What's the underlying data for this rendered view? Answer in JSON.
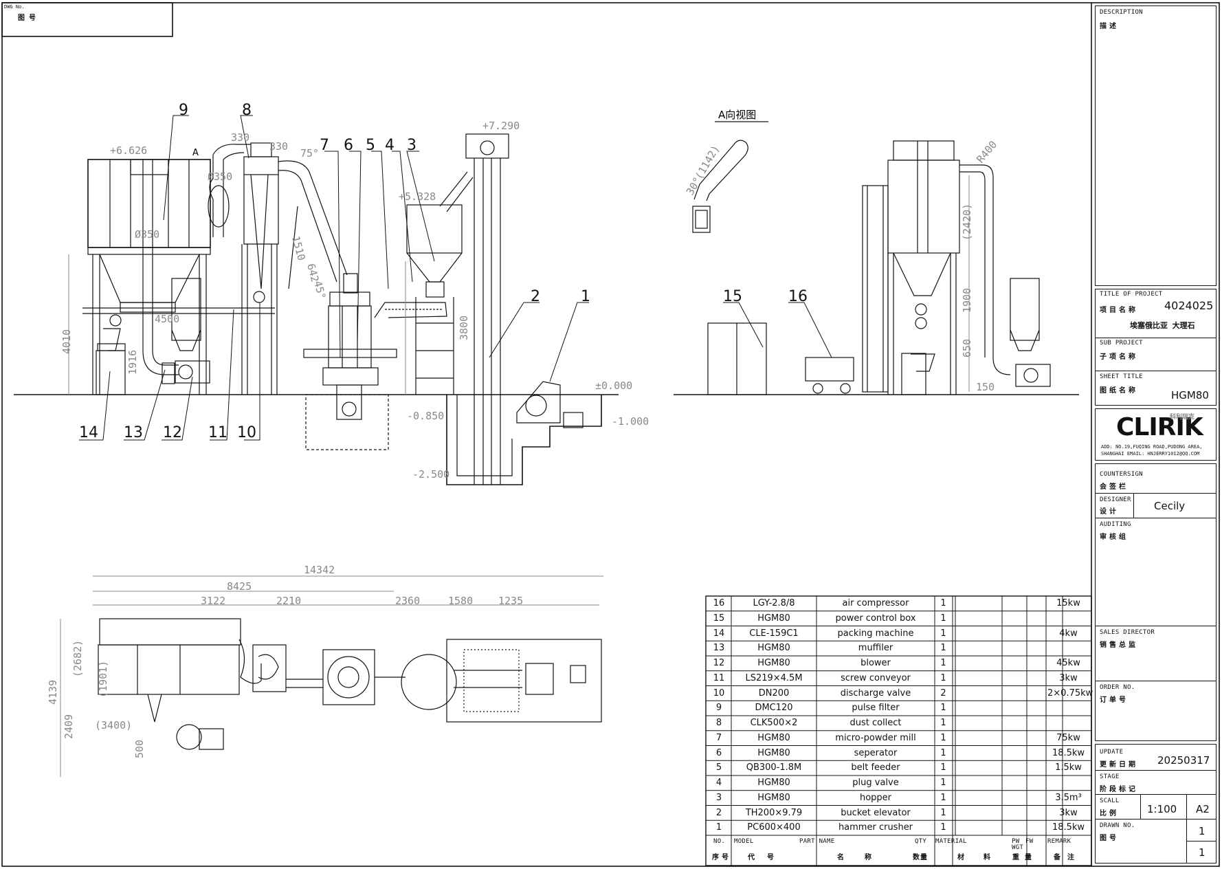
{
  "dwg_no": {
    "label_en": "DWG No.",
    "label_cn": "图号"
  },
  "title_block": {
    "description": {
      "en": "DESCRIPTION",
      "cn": "描述"
    },
    "title_of_project": {
      "en": "TITLE OF PROJECT",
      "cn": "项目名称",
      "value": "4024025",
      "subtitle": "埃塞俄比亚 大理石"
    },
    "sub_project": {
      "en": "SUB PROJECT",
      "cn": "子项名称"
    },
    "sheet_title": {
      "en": "SHEET TITLE",
      "cn": "图纸名称",
      "value": "HGM80"
    },
    "logo": {
      "text": "CLIRIK",
      "chinese": "科利瑞克",
      "address_line1": "ADD: NO.19,FUQING ROAD,PUDONG AREA,",
      "address_line2": "SHANGHAI EMAIL: HNJERRY1012@QQ.COM"
    },
    "countersign": {
      "en": "COUNTERSIGN",
      "cn": "会签栏"
    },
    "designer": {
      "en": "DESIGNER",
      "cn": "设计",
      "value": "Cecily"
    },
    "auditing": {
      "en": "AUDITING",
      "cn": "审核组"
    },
    "sales_director": {
      "en": "SALES DIRECTOR",
      "cn": "销售总监"
    },
    "order_no": {
      "en": "ORDER NO.",
      "cn": "订单号"
    },
    "update": {
      "en": "UPDATE",
      "cn": "更新日期",
      "value": "20250317"
    },
    "stage": {
      "en": "STAGE",
      "cn": "阶段标记"
    },
    "scale": {
      "en": "SCALL",
      "cn": "比例",
      "value": "1:100",
      "size": "A2"
    },
    "drawn_no": {
      "en": "DRAWN NO.",
      "cn": "图号",
      "value1": "1",
      "value2": "1"
    }
  },
  "bom": {
    "rows": [
      {
        "no": "16",
        "model": "LGY-2.8/8",
        "name": "air compressor",
        "qty": "1",
        "remark": "15kw"
      },
      {
        "no": "15",
        "model": "HGM80",
        "name": "power control box",
        "qty": "1",
        "remark": ""
      },
      {
        "no": "14",
        "model": "CLE-159C1",
        "name": "packing machine",
        "qty": "1",
        "remark": "4kw"
      },
      {
        "no": "13",
        "model": "HGM80",
        "name": "muffiler",
        "qty": "1",
        "remark": ""
      },
      {
        "no": "12",
        "model": "HGM80",
        "name": "blower",
        "qty": "1",
        "remark": "45kw"
      },
      {
        "no": "11",
        "model": "LS219×4.5M",
        "name": "screw conveyor",
        "qty": "1",
        "remark": "3kw"
      },
      {
        "no": "10",
        "model": "DN200",
        "name": "discharge valve",
        "qty": "2",
        "remark": "2×0.75kw"
      },
      {
        "no": "9",
        "model": "DMC120",
        "name": "pulse filter",
        "qty": "1",
        "remark": ""
      },
      {
        "no": "8",
        "model": "CLK500×2",
        "name": "dust collect",
        "qty": "1",
        "remark": ""
      },
      {
        "no": "7",
        "model": "HGM80",
        "name": "micro-powder mill",
        "qty": "1",
        "remark": "75kw"
      },
      {
        "no": "6",
        "model": "HGM80",
        "name": "seperator",
        "qty": "1",
        "remark": "18.5kw"
      },
      {
        "no": "5",
        "model": "QB300-1.8M",
        "name": "belt feeder",
        "qty": "1",
        "remark": "1.5kw"
      },
      {
        "no": "4",
        "model": "HGM80",
        "name": "plug valve",
        "qty": "1",
        "remark": ""
      },
      {
        "no": "3",
        "model": "HGM80",
        "name": "hopper",
        "qty": "1",
        "remark": "3.5m³"
      },
      {
        "no": "2",
        "model": "TH200×9.79",
        "name": "bucket elevator",
        "qty": "1",
        "remark": "3kw"
      },
      {
        "no": "1",
        "model": "PC600×400",
        "name": "hammer crusher",
        "qty": "1",
        "remark": "18.5kw"
      }
    ],
    "header_en": {
      "no": "NO.",
      "model": "MODEL",
      "name": "PART NAME",
      "qty": "QTY",
      "material": "MATERIAL",
      "pw": "PW",
      "fw": "FW",
      "wgt": "WGT",
      "remark": "REMARK"
    },
    "header_cn": {
      "no": "序号",
      "model": "代号",
      "name": "名称",
      "qty": "数量",
      "material": "材料",
      "weight": "重量",
      "remark": "备注"
    }
  },
  "view_labels": {
    "a_view": "A向视图",
    "a_mark": "A"
  },
  "balloons": [
    "9",
    "8",
    "7",
    "6",
    "5",
    "4",
    "3",
    "2",
    "1",
    "14",
    "13",
    "12",
    "11",
    "10",
    "15",
    "16"
  ],
  "dimensions": {
    "elev_top_left": "+6.626",
    "elev_elevator": "+7.290",
    "elev_hopper": "+5.328",
    "elev_ground": "±0.000",
    "elev_pit1": "-0.850",
    "elev_pit2": "-2.500",
    "elev_crusher": "-1.000",
    "d330a": "330",
    "d330b": "330",
    "d75": "75°",
    "d350a": "Ø350",
    "d350b": "Ø350",
    "d1510": "1510",
    "d642": "642",
    "d45": "45°",
    "d4500": "4500",
    "d4010": "4010",
    "d1916": "1916",
    "d3800": "3800",
    "a30": "30°",
    "a1142": "(1142)",
    "r400": "R400",
    "d2420": "(2420)",
    "d1900": "1900",
    "d650": "650",
    "d150": "150",
    "p14342": "14342",
    "p8425": "8425",
    "p3122": "3122",
    "p2210": "2210",
    "p2360": "2360",
    "p1580": "1580",
    "p1235": "1235",
    "p4139": "4139",
    "p2682": "(2682)",
    "p1901": "(1901)",
    "p3400": "(3400)",
    "p2409": "2409",
    "p500": "500"
  }
}
